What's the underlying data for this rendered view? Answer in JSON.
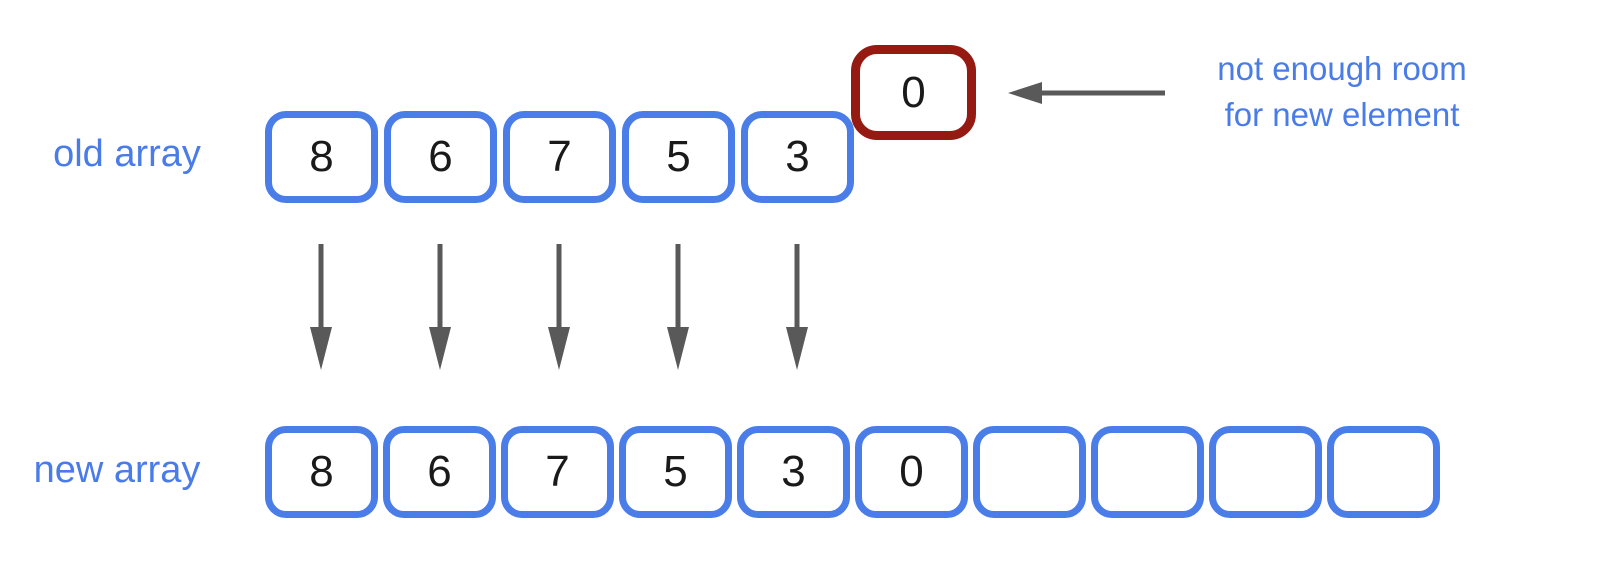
{
  "diagram": {
    "old_array": {
      "label": "old array",
      "values": [
        "8",
        "6",
        "7",
        "5",
        "3"
      ]
    },
    "overflow_element": {
      "value": "0"
    },
    "annotation": {
      "line1": "not enough room",
      "line2": "for new element"
    },
    "new_array": {
      "label": "new array",
      "values": [
        "8",
        "6",
        "7",
        "5",
        "3",
        "0",
        "",
        "",
        "",
        ""
      ]
    },
    "colors": {
      "cell_border_blue": "#4a7de8",
      "label_blue": "#4a7ce8",
      "overflow_border_red": "#941a12",
      "arrow_gray": "#595959",
      "number_black": "#1a1a1a"
    }
  }
}
